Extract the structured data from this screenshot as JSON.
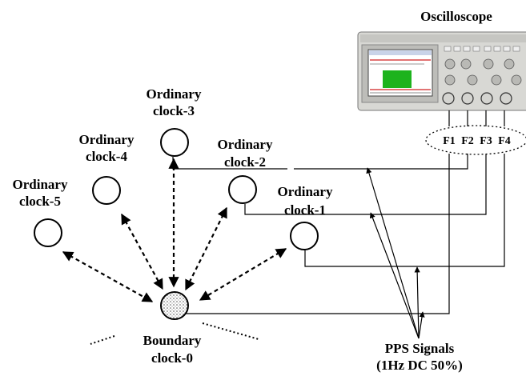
{
  "oscilloscope": {
    "title": "Oscilloscope",
    "channels": [
      "F1",
      "F2",
      "F3",
      "F4"
    ]
  },
  "clocks": [
    {
      "id": "oc3",
      "line1": "Ordinary",
      "line2": "clock-3"
    },
    {
      "id": "oc4",
      "line1": "Ordinary",
      "line2": "clock-4"
    },
    {
      "id": "oc5",
      "line1": "Ordinary",
      "line2": "clock-5"
    },
    {
      "id": "oc2",
      "line1": "Ordinary",
      "line2": "clock-2"
    },
    {
      "id": "oc1",
      "line1": "Ordinary",
      "line2": "clock-1"
    }
  ],
  "boundary": {
    "line1": "Boundary",
    "line2": "clock-0"
  },
  "pps": {
    "line1": "PPS Signals",
    "line2": "(1Hz DC 50%)"
  }
}
